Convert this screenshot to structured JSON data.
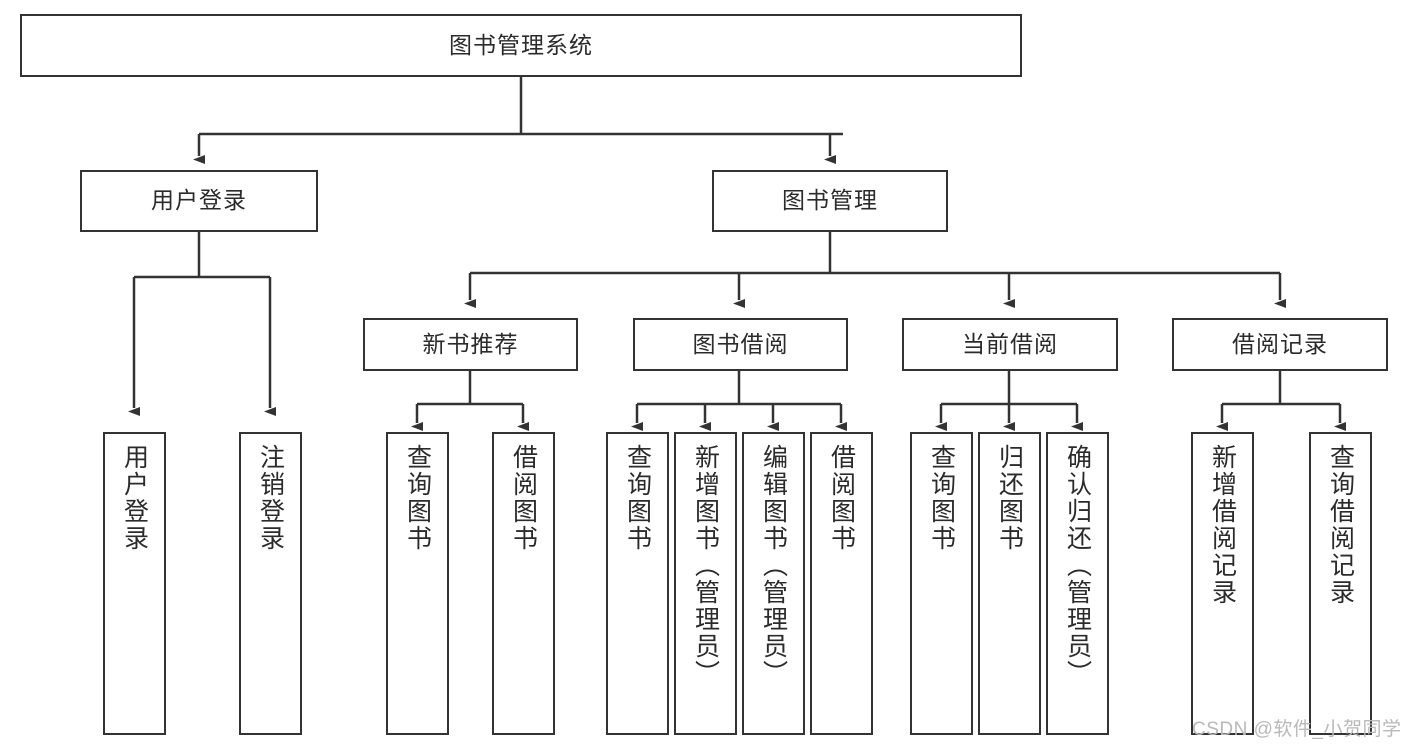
{
  "diagram": {
    "type": "tree-hierarchy-chart",
    "title_text": "图书管理系统",
    "colors": {
      "stroke": "#333333",
      "text": "#2b2b2b",
      "background": "#ffffff",
      "watermark": "#b9b9b9"
    },
    "root": {
      "id": "root",
      "label": "图书管理系统"
    },
    "level2": [
      {
        "id": "user-login",
        "label": "用户登录"
      },
      {
        "id": "book-management",
        "label": "图书管理"
      }
    ],
    "level3": [
      {
        "id": "new-book-recommend",
        "label": "新书推荐",
        "parent": "book-management"
      },
      {
        "id": "book-borrow",
        "label": "图书借阅",
        "parent": "book-management"
      },
      {
        "id": "current-borrow",
        "label": "当前借阅",
        "parent": "book-management"
      },
      {
        "id": "borrow-record",
        "label": "借阅记录",
        "parent": "book-management"
      }
    ],
    "leaves": [
      {
        "id": "leaf-user-login",
        "label": "用户登录",
        "parent": "user-login"
      },
      {
        "id": "leaf-logout-login",
        "label": "注销登录",
        "parent": "user-login"
      },
      {
        "id": "leaf-query-book-1",
        "label": "查询图书",
        "parent": "new-book-recommend"
      },
      {
        "id": "leaf-borrow-book-1",
        "label": "借阅图书",
        "parent": "new-book-recommend"
      },
      {
        "id": "leaf-query-book-2",
        "label": "查询图书",
        "parent": "book-borrow"
      },
      {
        "id": "leaf-add-book",
        "label": "新增图书（管理员）",
        "parent": "book-borrow"
      },
      {
        "id": "leaf-edit-book",
        "label": "编辑图书（管理员）",
        "parent": "book-borrow"
      },
      {
        "id": "leaf-borrow-book-2",
        "label": "借阅图书",
        "parent": "book-borrow"
      },
      {
        "id": "leaf-query-book-3",
        "label": "查询图书",
        "parent": "current-borrow"
      },
      {
        "id": "leaf-return-book",
        "label": "归还图书",
        "parent": "current-borrow"
      },
      {
        "id": "leaf-confirm-return",
        "label": "确认归还（管理员）",
        "parent": "current-borrow"
      },
      {
        "id": "leaf-add-record",
        "label": "新增借阅记录",
        "parent": "borrow-record"
      },
      {
        "id": "leaf-query-record",
        "label": "查询借阅记录",
        "parent": "borrow-record"
      }
    ]
  },
  "watermark": {
    "text": "CSDN @软件_小贺同学"
  }
}
